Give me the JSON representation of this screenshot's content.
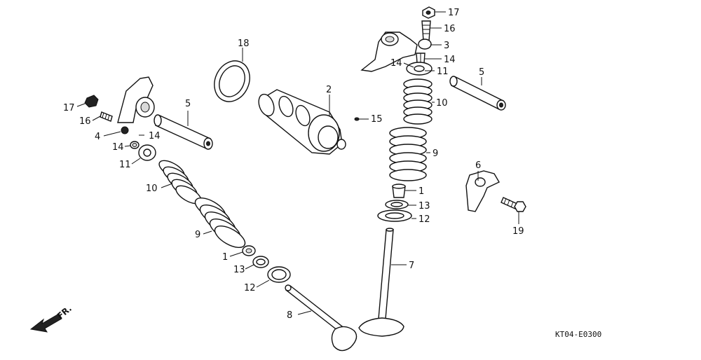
{
  "diagram": {
    "part_code": "KT04-E0300",
    "direction_marker": "FR.",
    "callouts": {
      "c1a": "1",
      "c1b": "1",
      "c2": "2",
      "c3": "3",
      "c4": "4",
      "c5a": "5",
      "c5b": "5",
      "c6": "6",
      "c7": "7",
      "c8": "8",
      "c9a": "9",
      "c9b": "9",
      "c10a": "10",
      "c10b": "10",
      "c11a": "11",
      "c11b": "11",
      "c12a": "12",
      "c12b": "12",
      "c13a": "13",
      "c13b": "13",
      "c14a": "14",
      "c14b": "14",
      "c14c": "14",
      "c14d": "14",
      "c15": "15",
      "c16a": "16",
      "c16b": "16",
      "c17a": "17",
      "c17b": "17",
      "c18": "18",
      "c19": "19"
    }
  }
}
